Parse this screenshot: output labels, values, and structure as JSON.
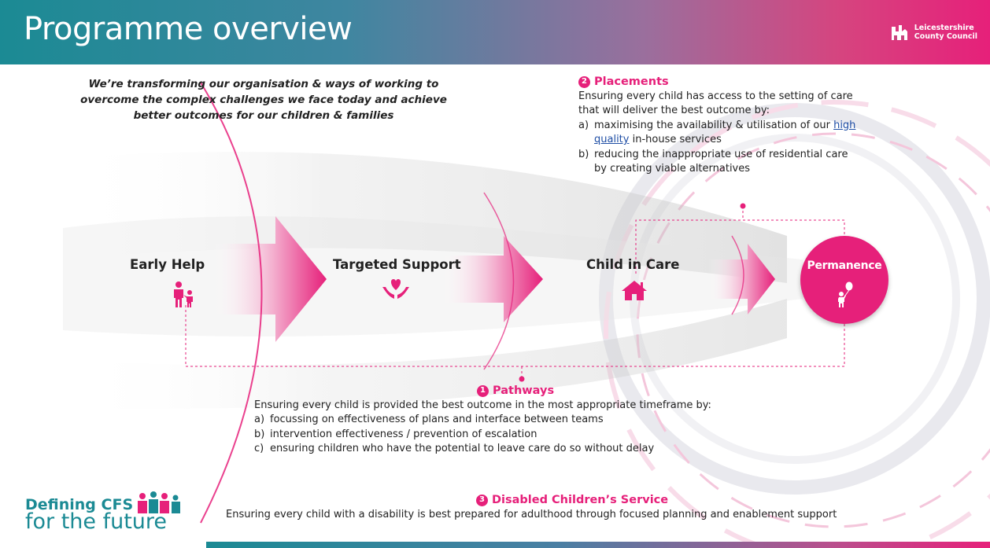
{
  "header": {
    "title": "Programme overview",
    "logo_line1": "Leicestershire",
    "logo_line2": "County Council"
  },
  "intro": {
    "line1": "We’re transforming our organisation & ways of working to",
    "line2": "overcome the complex challenges we face today and achieve",
    "line3": "better outcomes for our children & families"
  },
  "stages": {
    "early_help": "Early Help",
    "targeted_support": "Targeted Support",
    "child_in_care": "Child in Care",
    "permanence": "Permanence"
  },
  "placements": {
    "number": "2",
    "heading": "Placements",
    "intro1": "Ensuring every child has access to the setting of care",
    "intro2": "that will deliver the best outcome by:",
    "a_marker": "a)",
    "a_text1": "maximising the availability & utilisation of our",
    "a_link1": "high",
    "a_link2": "quality",
    "a_text2": "in-house services",
    "b_marker": "b)",
    "b_text1": "reducing the inappropriate use of residential care",
    "b_text2": "by creating viable alternatives"
  },
  "pathways": {
    "number": "1",
    "heading": "Pathways",
    "intro": "Ensuring every child is provided the best outcome in the most appropriate timeframe by:",
    "items": [
      {
        "marker": "a)",
        "text": "focussing on effectiveness of plans and interface between teams"
      },
      {
        "marker": "b)",
        "text": "intervention effectiveness / prevention of escalation"
      },
      {
        "marker": "c)",
        "text": "ensuring children who have the potential to leave care do so without delay"
      }
    ]
  },
  "disabled": {
    "number": "3",
    "heading": "Disabled Children’s Service",
    "text": "Ensuring every child with a disability is best prepared for adulthood through focused planning and enablement support"
  },
  "footer": {
    "line1": "Defining CFS",
    "line2": "for the future"
  },
  "colors": {
    "accent": "#e6207a",
    "teal": "#1b8a94"
  }
}
